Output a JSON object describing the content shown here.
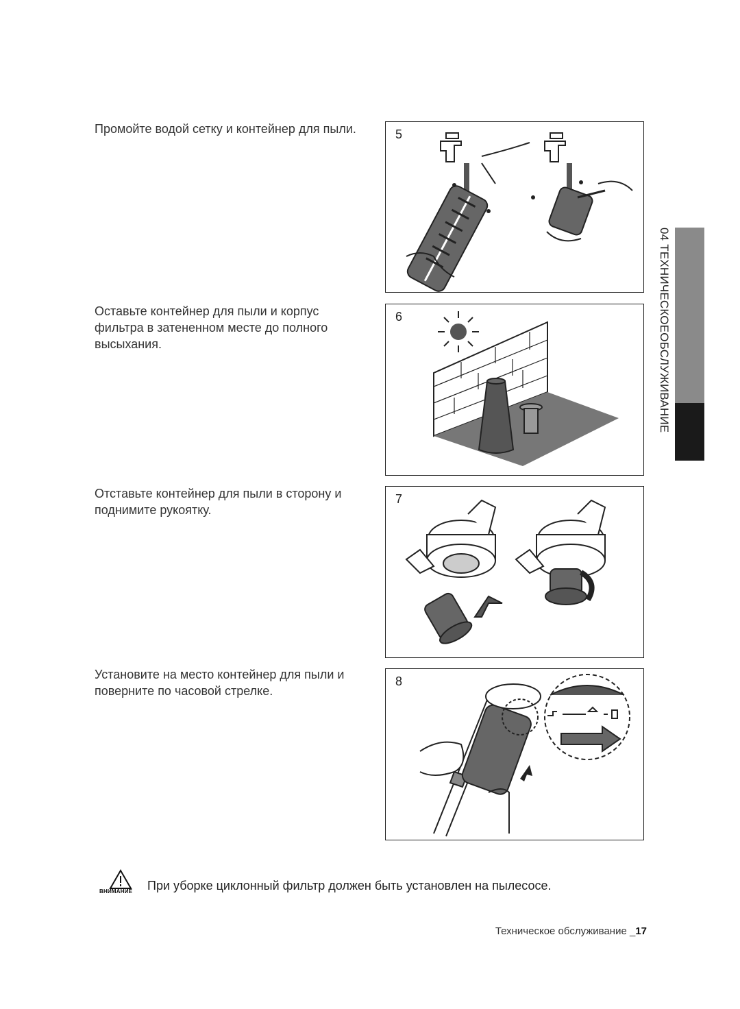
{
  "steps": [
    {
      "num": "5",
      "text": "Промойте водой сетку и контейнер для пыли."
    },
    {
      "num": "6",
      "text": "Оставьте контейнер для пыли и корпус фильтра в затененном месте до полного высыхания."
    },
    {
      "num": "7",
      "text": "Отставьте контейнер для пыли в сторону и поднимите рукоятку."
    },
    {
      "num": "8",
      "text": "Установите на место контейнер для пыли и поверните по часовой стрелке."
    }
  ],
  "side_tab": {
    "label": "04 ТЕХНИЧЕСКОЕОБСЛУЖИВАНИЕ"
  },
  "warning": {
    "tag": "ВНИМАНИЕ",
    "text": "При уборке циклонный фильтр должен быть установлен на пылесосе."
  },
  "footer": {
    "text": "Техническое обслуживание _",
    "page": "17"
  },
  "colors": {
    "frame": "#222222",
    "tab_light": "#8a8a8a",
    "tab_dark": "#1a1a1a",
    "illustration_gray": "#666666"
  }
}
